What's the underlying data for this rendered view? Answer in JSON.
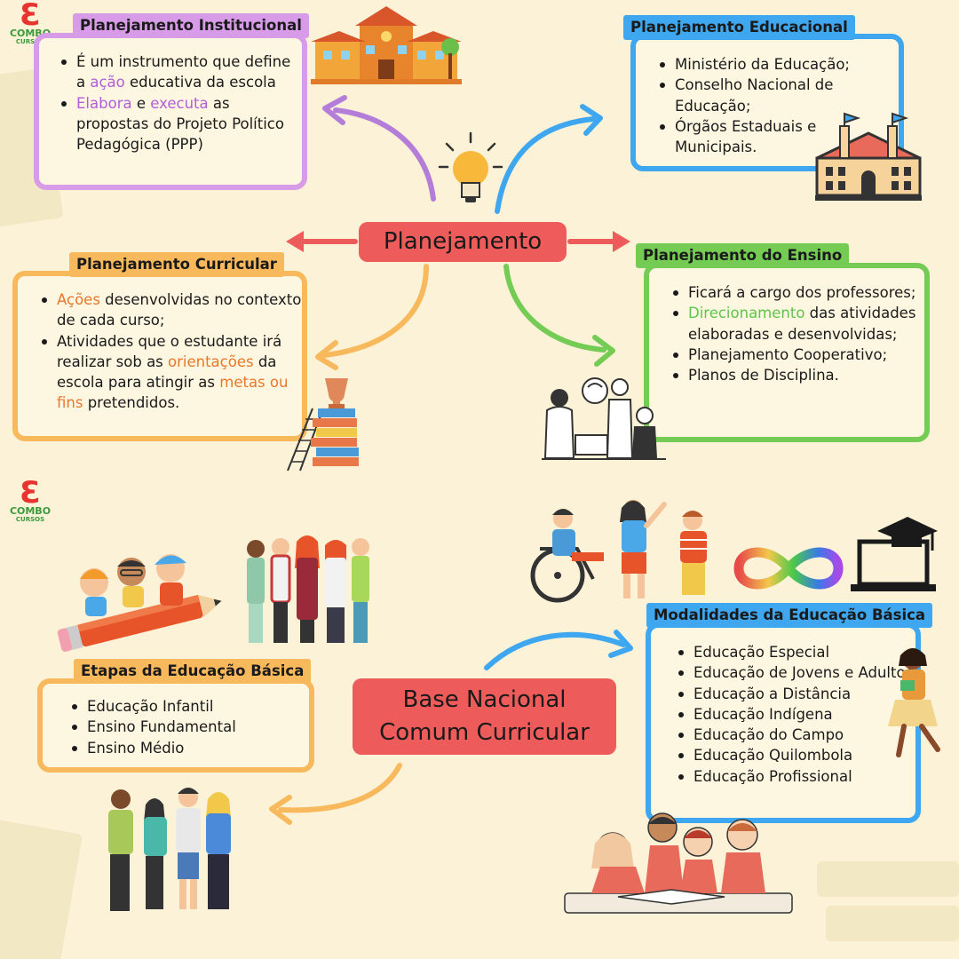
{
  "brand": {
    "line1": "COMBO",
    "line2": "CURSOS"
  },
  "center_top": "Planejamento",
  "center_bottom": [
    "Base Nacional",
    "Comum Curricular"
  ],
  "institucional": {
    "title": "Planejamento Institucional",
    "items": [
      [
        "É um instrumento que define a ",
        {
          "hl": "ação",
          "c": "purple"
        },
        " educativa da escola"
      ],
      [
        {
          "hl": "Elabora",
          "c": "purple"
        },
        " e ",
        {
          "hl": "executa",
          "c": "purple"
        },
        " as propostas do Projeto Político Pedagógica (PPP)"
      ]
    ]
  },
  "educacional": {
    "title": "Planejamento Educacional",
    "items": [
      [
        "Ministério da Educação;"
      ],
      [
        "Conselho Nacional de Educação;"
      ],
      [
        "Órgãos Estaduais e Municipais."
      ]
    ]
  },
  "curricular": {
    "title": "Planejamento Curricular",
    "items": [
      [
        {
          "hl": "Ações",
          "c": "orange"
        },
        " desenvolvidas no contexto de cada curso;"
      ],
      [
        "Atividades que o estudante irá realizar sob as ",
        {
          "hl": "orientações",
          "c": "orange"
        },
        " da escola para atingir as ",
        {
          "hl": "metas ou fins",
          "c": "orange"
        },
        " pretendidos."
      ]
    ]
  },
  "ensino": {
    "title": "Planejamento do Ensino",
    "items": [
      [
        "Ficará a cargo dos professores;"
      ],
      [
        {
          "hl": "Direcionamento",
          "c": "green"
        },
        " das atividades elaboradas e desenvolvidas;"
      ],
      [
        "Planejamento Cooperativo;"
      ],
      [
        "Planos de Disciplina."
      ]
    ]
  },
  "etapas": {
    "title": "Etapas da Educação Básica",
    "items": [
      [
        "Educação Infantil"
      ],
      [
        "Ensino Fundamental"
      ],
      [
        "Ensino Médio"
      ]
    ]
  },
  "modalidades": {
    "title": "Modalidades da Educação Básica",
    "items": [
      [
        "Educação Especial"
      ],
      [
        "Educação de Jovens e Adultos"
      ],
      [
        "Educação a Distância"
      ],
      [
        "Educação Indígena"
      ],
      [
        "Educação do Campo"
      ],
      [
        "Educação Quilombola"
      ],
      [
        "Educação Profissional"
      ]
    ]
  },
  "colors": {
    "purple": "#d89be8",
    "blue": "#3ea7ef",
    "orange": "#f8b95c",
    "green": "#74cc54",
    "red": "#ee5b5b",
    "background": "#fbf2d8"
  },
  "icons": {
    "school": "school-building-icon",
    "bulb": "lightbulb-icon",
    "university": "university-icon",
    "trophy": "trophy-books-icon",
    "team": "students-team-icon",
    "kids": "kids-pencil-icon",
    "teens": "teens-group-icon",
    "inclusive": "inclusive-kids-icon",
    "infinity": "infinity-icon",
    "elearning": "laptop-graduation-icon",
    "girl": "girl-books-icon",
    "friends": "friends-group-icon",
    "study": "students-studying-icon"
  }
}
